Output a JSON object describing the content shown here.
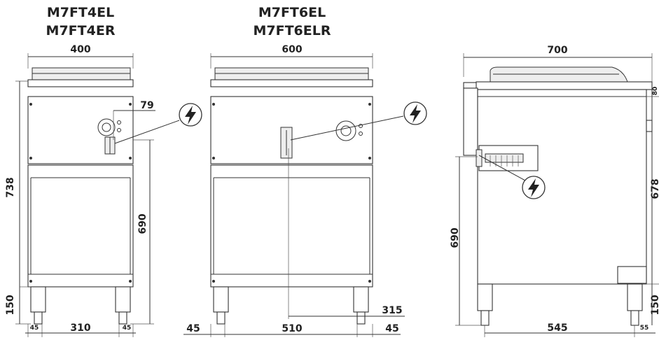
{
  "views": {
    "left": {
      "title_1": "M7FT4EL",
      "title_2": "M7FT4ER",
      "width": "400",
      "height_total": "738",
      "height_body": "690",
      "height_legs": "150",
      "connection": "79",
      "leg_offset_left": "45",
      "leg_spacing": "310",
      "leg_offset_right": "45"
    },
    "center": {
      "title_1": "M7FT6EL",
      "title_2": "M7FT6ELR",
      "width": "600",
      "connection": "315",
      "leg_offset_left": "45",
      "leg_spacing": "510",
      "leg_offset_right": "45"
    },
    "right": {
      "depth": "700",
      "height_top": "80",
      "height_body": "690",
      "height_side": "678",
      "height_legs": "150",
      "leg_spacing": "545",
      "leg_offset": "55"
    }
  },
  "icons": [
    "electrical-connection-icon",
    "electrical-connection-icon",
    "electrical-connection-icon"
  ]
}
